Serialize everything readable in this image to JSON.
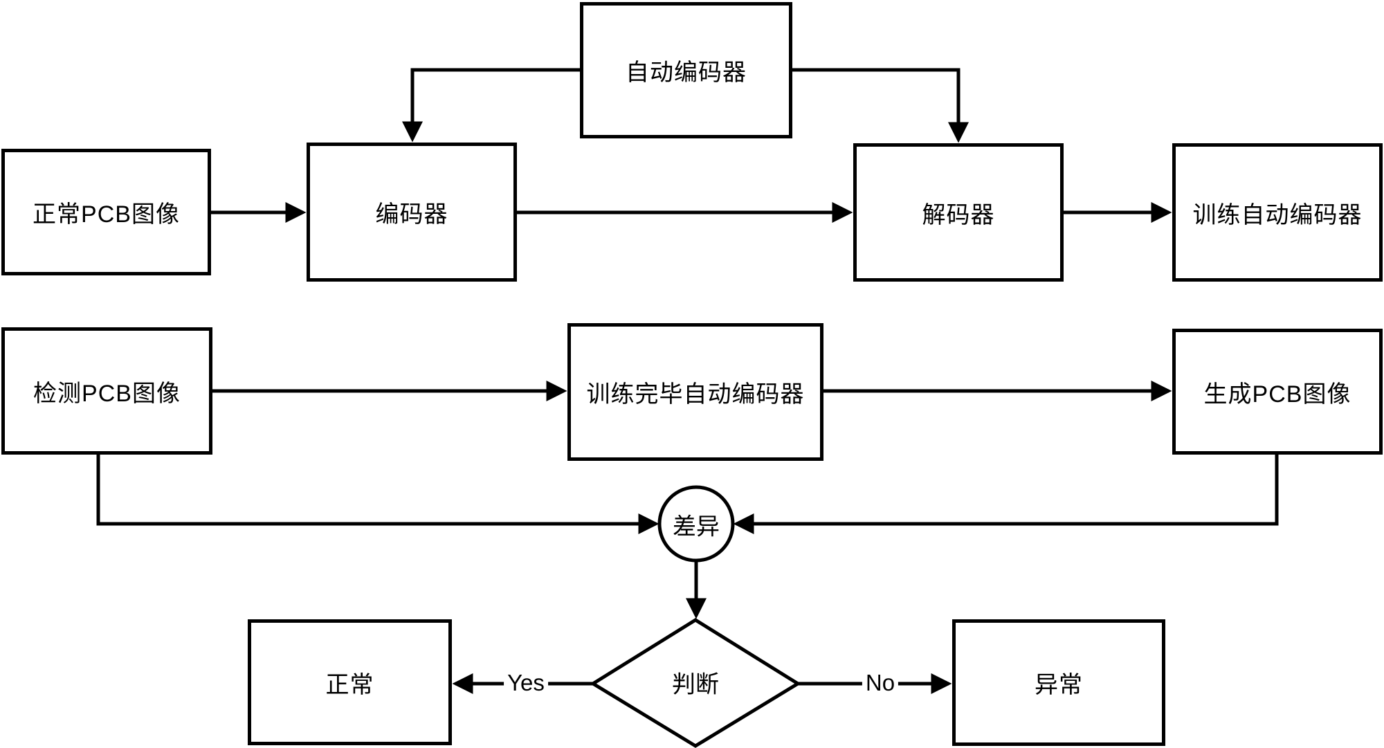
{
  "colors": {
    "stroke": "#000000",
    "background": "#ffffff",
    "text": "#000000"
  },
  "nodes": {
    "autoencoder": {
      "label": "自动编码器",
      "shape": "rectangle"
    },
    "normal_pcb": {
      "label": "正常PCB图像",
      "shape": "rectangle"
    },
    "encoder": {
      "label": "编码器",
      "shape": "rectangle"
    },
    "decoder": {
      "label": "解码器",
      "shape": "rectangle"
    },
    "train_autoencoder": {
      "label": "训练自动编码器",
      "shape": "rectangle"
    },
    "detect_pcb": {
      "label": "检测PCB图像",
      "shape": "rectangle"
    },
    "trained_autoencoder": {
      "label": "训练完毕自动编码器",
      "shape": "rectangle"
    },
    "generated_pcb": {
      "label": "生成PCB图像",
      "shape": "rectangle"
    },
    "difference": {
      "label": "差异",
      "shape": "circle"
    },
    "decision": {
      "label": "判断",
      "shape": "diamond"
    },
    "normal_result": {
      "label": "正常",
      "shape": "rectangle"
    },
    "abnormal_result": {
      "label": "异常",
      "shape": "rectangle"
    }
  },
  "edge_labels": {
    "yes": "Yes",
    "no": "No"
  },
  "edges": [
    {
      "from": "正常PCB图像",
      "to": "编码器",
      "label": ""
    },
    {
      "from": "自动编码器",
      "to": "编码器",
      "label": ""
    },
    {
      "from": "自动编码器",
      "to": "解码器",
      "label": ""
    },
    {
      "from": "编码器",
      "to": "解码器",
      "label": ""
    },
    {
      "from": "解码器",
      "to": "训练自动编码器",
      "label": ""
    },
    {
      "from": "检测PCB图像",
      "to": "训练完毕自动编码器",
      "label": ""
    },
    {
      "from": "训练完毕自动编码器",
      "to": "生成PCB图像",
      "label": ""
    },
    {
      "from": "检测PCB图像",
      "to": "差异",
      "label": ""
    },
    {
      "from": "生成PCB图像",
      "to": "差异",
      "label": ""
    },
    {
      "from": "差异",
      "to": "判断",
      "label": ""
    },
    {
      "from": "判断",
      "to": "正常",
      "label": "Yes"
    },
    {
      "from": "判断",
      "to": "异常",
      "label": "No"
    }
  ]
}
